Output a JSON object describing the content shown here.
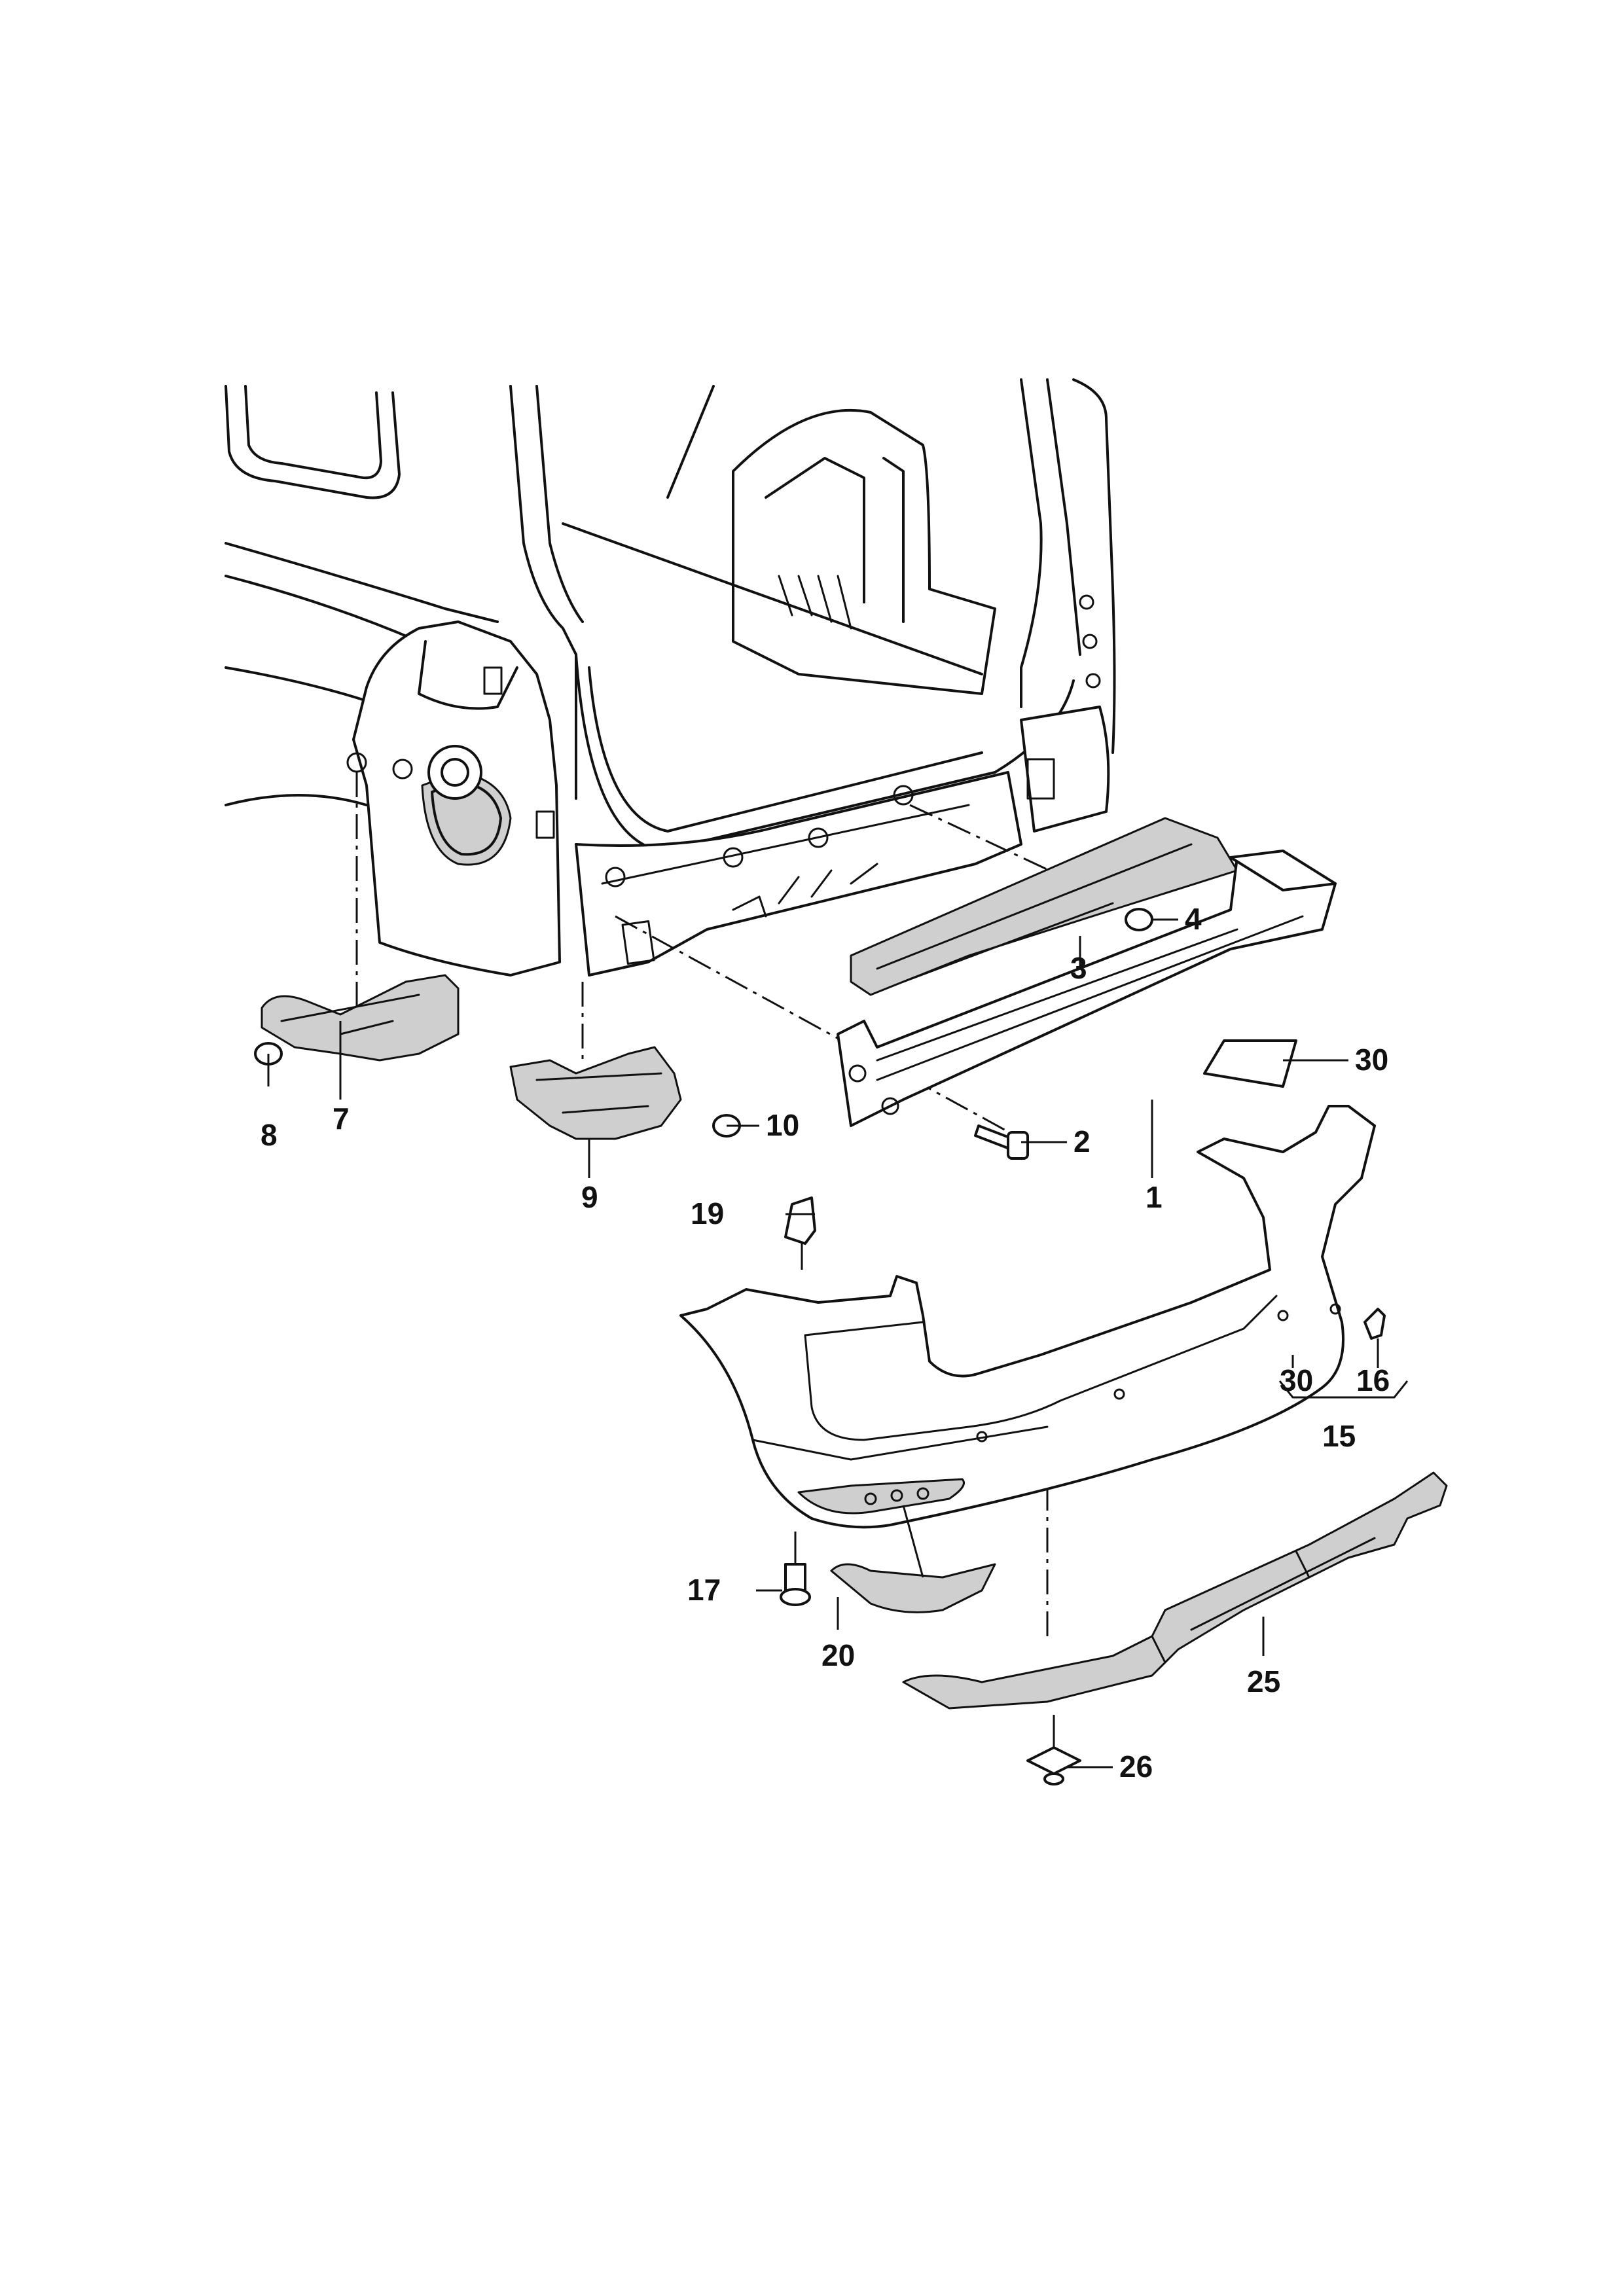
{
  "callouts": [
    {
      "id": "c1",
      "label": "1"
    },
    {
      "id": "c2",
      "label": "2"
    },
    {
      "id": "c3",
      "label": "3"
    },
    {
      "id": "c4",
      "label": "4"
    },
    {
      "id": "c7",
      "label": "7"
    },
    {
      "id": "c8",
      "label": "8"
    },
    {
      "id": "c9",
      "label": "9"
    },
    {
      "id": "c10",
      "label": "10"
    },
    {
      "id": "c15",
      "label": "15"
    },
    {
      "id": "c16",
      "label": "16"
    },
    {
      "id": "c17",
      "label": "17"
    },
    {
      "id": "c19",
      "label": "19"
    },
    {
      "id": "c20",
      "label": "20"
    },
    {
      "id": "c25",
      "label": "25"
    },
    {
      "id": "c26",
      "label": "26"
    },
    {
      "id": "c30a",
      "label": "30"
    },
    {
      "id": "c30b",
      "label": "30"
    }
  ]
}
